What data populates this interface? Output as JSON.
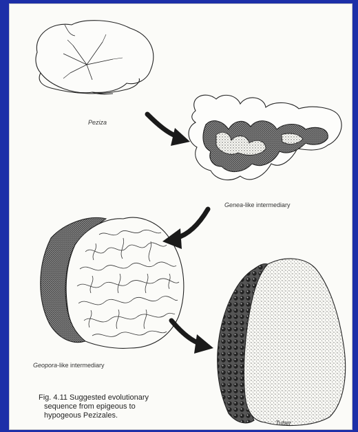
{
  "figure": {
    "labels": {
      "peziza": "Peziza",
      "genea_italic": "Genea",
      "genea_rest": "-like intermediary",
      "geopora_italic": "Geopora",
      "geopora_rest": "-like intermediary",
      "tuber": "Tuber"
    },
    "caption": {
      "line1": "Fig. 4.11 Suggested evolutionary",
      "line2": "sequence from epigeous to",
      "line3": "hypogeous Pezizales."
    }
  },
  "colors": {
    "background": "#1a2fb0",
    "page": "#fbfbf8",
    "ink": "#222222"
  },
  "icons": [
    "curved-arrow-icon"
  ]
}
